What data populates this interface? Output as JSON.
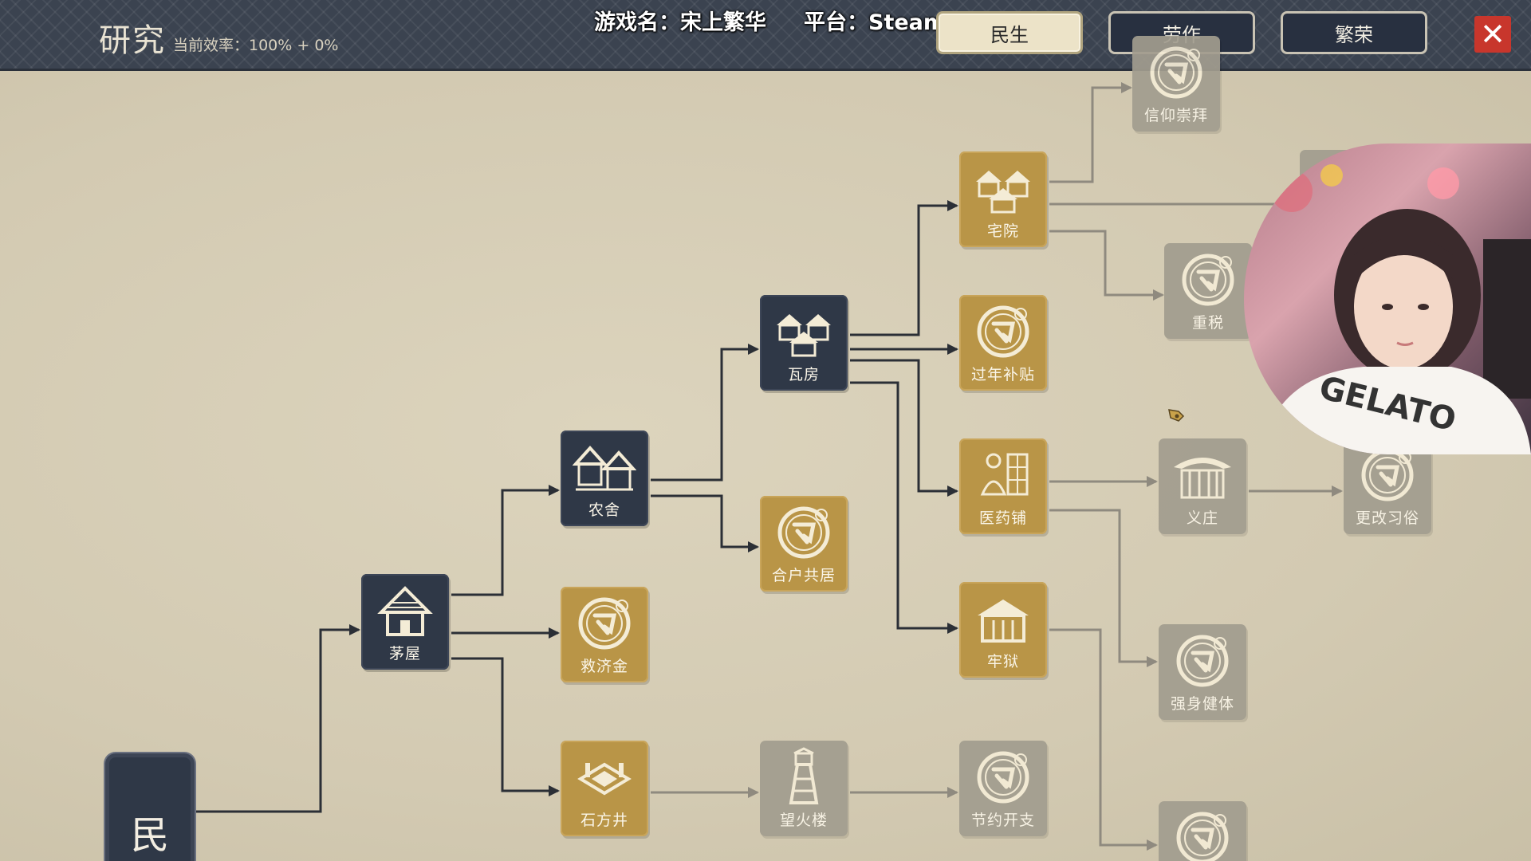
{
  "header": {
    "title": "研究",
    "efficiency": "当前效率：100% + 0%",
    "stream_info": "游戏名：宋上繁华     平台：Steam",
    "tabs": [
      {
        "label": "民生",
        "active": true
      },
      {
        "label": "劳作",
        "active": false
      },
      {
        "label": "繁荣",
        "active": false
      }
    ],
    "close_icon": "close-icon"
  },
  "root": {
    "label": "民"
  },
  "nodes": [
    {
      "id": "maowu",
      "label": "茅屋",
      "state": "dark",
      "icon": "hut-icon"
    },
    {
      "id": "nongshe",
      "label": "农舍",
      "state": "dark",
      "icon": "farmhouse-icon"
    },
    {
      "id": "jiujijin",
      "label": "救济金",
      "state": "gold",
      "icon": "seal-icon"
    },
    {
      "id": "shifangjing",
      "label": "石方井",
      "state": "gold",
      "icon": "well-icon"
    },
    {
      "id": "wafang",
      "label": "瓦房",
      "state": "dark",
      "icon": "tile-house-icon"
    },
    {
      "id": "hehugongju",
      "label": "合户共居",
      "state": "gold",
      "icon": "seal-icon"
    },
    {
      "id": "wanghuolou",
      "label": "望火楼",
      "state": "locked",
      "icon": "watchtower-icon"
    },
    {
      "id": "zhaiyuan",
      "label": "宅院",
      "state": "gold",
      "icon": "courtyard-icon"
    },
    {
      "id": "guonianbutie",
      "label": "过年补贴",
      "state": "gold",
      "icon": "seal-icon"
    },
    {
      "id": "yiyaopu",
      "label": "医药铺",
      "state": "gold",
      "icon": "pharmacy-icon"
    },
    {
      "id": "laoyu",
      "label": "牢狱",
      "state": "gold",
      "icon": "prison-icon"
    },
    {
      "id": "jieyuekaizhi",
      "label": "节约开支",
      "state": "locked",
      "icon": "seal-icon"
    },
    {
      "id": "xinyangchongbai",
      "label": "信仰崇拜",
      "state": "locked",
      "icon": "seal-icon"
    },
    {
      "id": "zhongshui",
      "label": "重税",
      "state": "locked",
      "icon": "seal-icon"
    },
    {
      "id": "yizhuang",
      "label": "义庄",
      "state": "locked",
      "icon": "hall-icon"
    },
    {
      "id": "genggaixisu",
      "label": "更改习俗",
      "state": "locked",
      "icon": "seal-icon"
    },
    {
      "id": "qiangshenjianti",
      "label": "强身健体",
      "state": "locked",
      "icon": "seal-icon"
    },
    {
      "id": "unknown_bottom",
      "label": "",
      "state": "locked",
      "icon": "seal-icon"
    },
    {
      "id": "unknown_top",
      "label": "",
      "state": "locked",
      "icon": "building-icon"
    }
  ],
  "colors": {
    "header_bg": "#3b4350",
    "researched": "#b99547",
    "built": "#2f3847",
    "locked": "#a29d8f",
    "close": "#c8362c"
  }
}
